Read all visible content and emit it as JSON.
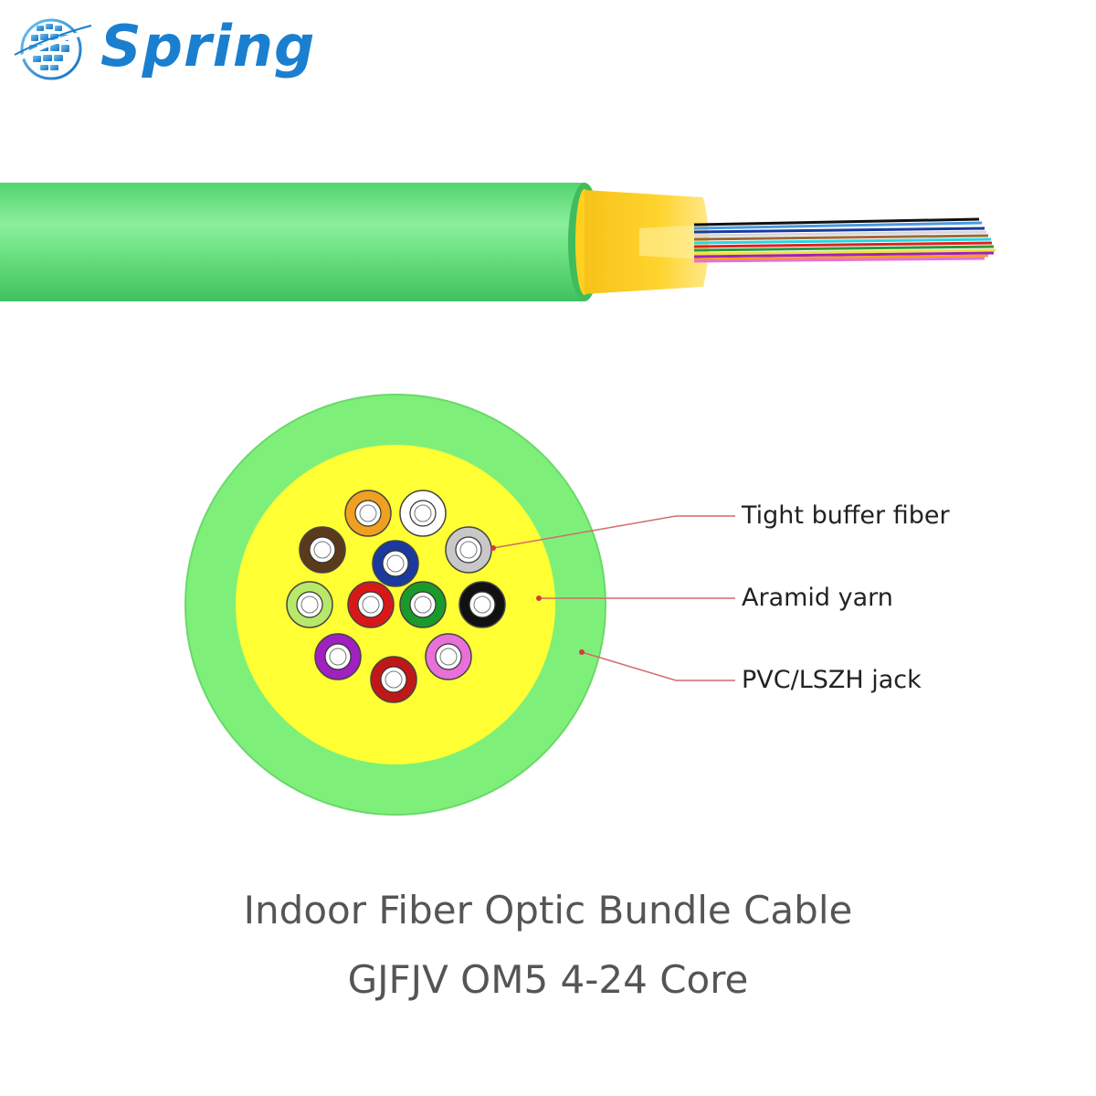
{
  "brand": {
    "name": "Spring",
    "color": "#1a7fcf"
  },
  "labels": {
    "tight_buffer": "Tight buffer fiber",
    "aramid": "Aramid yarn",
    "jacket": "PVC/LSZH jack"
  },
  "caption": {
    "line1": "Indoor Fiber Optic Bundle Cable",
    "line2": "GJFJV OM5 4-24 Core"
  },
  "colors": {
    "jacket": "#7ef07a",
    "jacket_dark": "#4cc45a",
    "aramid": "#ffff33",
    "leader_line": "#d46a6a"
  },
  "fibers": [
    {
      "name": "orange",
      "color": "#f0a020"
    },
    {
      "name": "white",
      "color": "#ffffff"
    },
    {
      "name": "brown",
      "color": "#5a3a1a"
    },
    {
      "name": "slate",
      "color": "#c8c8c8"
    },
    {
      "name": "blue",
      "color": "#1a3aa0"
    },
    {
      "name": "lime",
      "color": "#b8e86a"
    },
    {
      "name": "red",
      "color": "#d81818"
    },
    {
      "name": "green",
      "color": "#1a9a2a"
    },
    {
      "name": "black",
      "color": "#111111"
    },
    {
      "name": "violet",
      "color": "#a020c0"
    },
    {
      "name": "rose",
      "color": "#e870d8"
    },
    {
      "name": "dark-red",
      "color": "#c01818"
    }
  ]
}
